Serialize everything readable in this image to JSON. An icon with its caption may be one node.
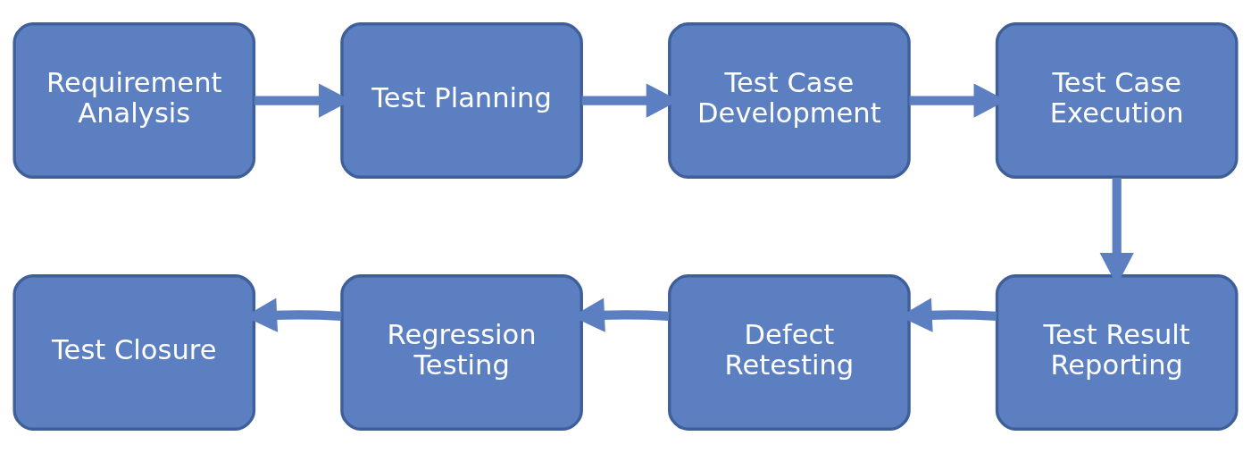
{
  "diagram": {
    "nodes": [
      {
        "text": [
          "Requirement Analysis"
        ]
      },
      {
        "text": [
          "Test Planning"
        ]
      },
      {
        "text": [
          "Test Case Development"
        ]
      },
      {
        "text": [
          "Test Case Execution"
        ]
      },
      {
        "text": [
          "Test Result Reporting"
        ]
      },
      {
        "text": [
          "Defect Retesting"
        ]
      },
      {
        "text": [
          "Regression Testing"
        ]
      },
      {
        "text": [
          "Test Closure"
        ]
      }
    ],
    "edges": [
      {
        "from": 0,
        "to": 1,
        "arrow": "to"
      },
      {
        "from": 1,
        "to": 2,
        "arrow": "to"
      },
      {
        "from": 2,
        "to": 3,
        "arrow": "to"
      },
      {
        "from": 3,
        "to": 4,
        "arrow": "to"
      },
      {
        "from": 4,
        "to": 5,
        "arrow": "to"
      },
      {
        "from": 5,
        "to": 6,
        "arrow": "to"
      },
      {
        "from": 6,
        "to": 7,
        "arrow": "to"
      }
    ]
  }
}
